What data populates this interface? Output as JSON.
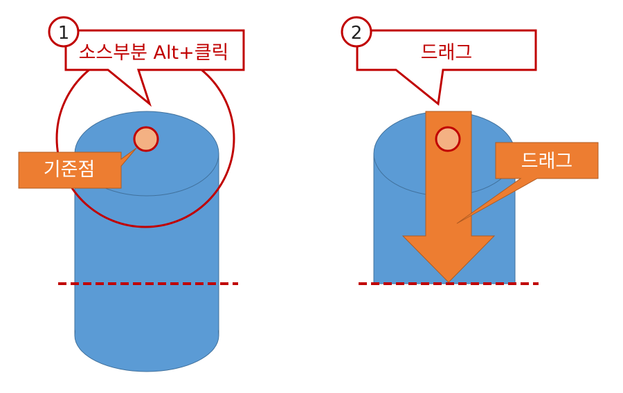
{
  "step1": {
    "number": "1",
    "callout_text": "소스부분 Alt+클릭",
    "reference_label": "기준점"
  },
  "step2": {
    "number": "2",
    "callout_text": "드래그",
    "arrow_label": "드래그"
  },
  "colors": {
    "cylinder_fill": "#5b9bd5",
    "cylinder_stroke": "#41719c",
    "accent_red": "#c00000",
    "callout_orange": "#ed7d31",
    "point_fill": "#f4b183",
    "label_text_white": "#ffffff",
    "callout_text_red": "#c00000"
  }
}
